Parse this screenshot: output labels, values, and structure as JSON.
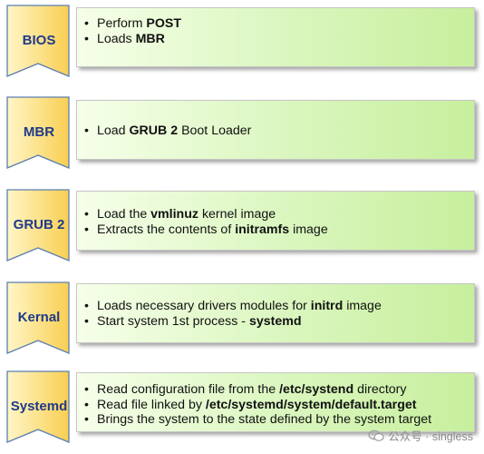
{
  "stages": [
    {
      "label": "BIOS",
      "lines": [
        [
          {
            "t": "Perform "
          },
          {
            "t": "POST",
            "b": true
          }
        ],
        [
          {
            "t": "Loads "
          },
          {
            "t": "MBR",
            "b": true
          }
        ]
      ]
    },
    {
      "label": "MBR",
      "lines": [
        [
          {
            "t": "Load "
          },
          {
            "t": "GRUB 2",
            "b": true
          },
          {
            "t": " Boot Loader"
          }
        ]
      ]
    },
    {
      "label": "GRUB 2",
      "lines": [
        [
          {
            "t": "Load the "
          },
          {
            "t": "vmlinuz",
            "b": true
          },
          {
            "t": " kernel image"
          }
        ],
        [
          {
            "t": "Extracts the contents of "
          },
          {
            "t": "initramfs",
            "b": true
          },
          {
            "t": " image"
          }
        ]
      ]
    },
    {
      "label": "Kernal",
      "lines": [
        [
          {
            "t": "Loads necessary drivers modules for "
          },
          {
            "t": "initrd",
            "b": true
          },
          {
            "t": " image"
          }
        ],
        [
          {
            "t": "Start system 1st process - "
          },
          {
            "t": "systemd",
            "b": true
          }
        ]
      ]
    },
    {
      "label": "Systemd",
      "lines": [
        [
          {
            "t": "Read configuration file from the "
          },
          {
            "t": "/etc/systend",
            "b": true
          },
          {
            "t": " directory"
          }
        ],
        [
          {
            "t": "Read file linked by "
          },
          {
            "t": "/etc/systemd/system/default.target",
            "b": true
          }
        ],
        [
          {
            "t": "Brings the system to the state defined by the system target"
          }
        ]
      ]
    }
  ],
  "watermark": "公众号 · singless",
  "colors": {
    "chevron_fill_light": "#fff6c8",
    "chevron_fill_dark": "#f9cf52",
    "chevron_stroke": "#5b7fb0",
    "label_text": "#1f3a8a",
    "box_gradient_start": "#f6ffe9",
    "box_gradient_end": "#c7ef9d"
  }
}
